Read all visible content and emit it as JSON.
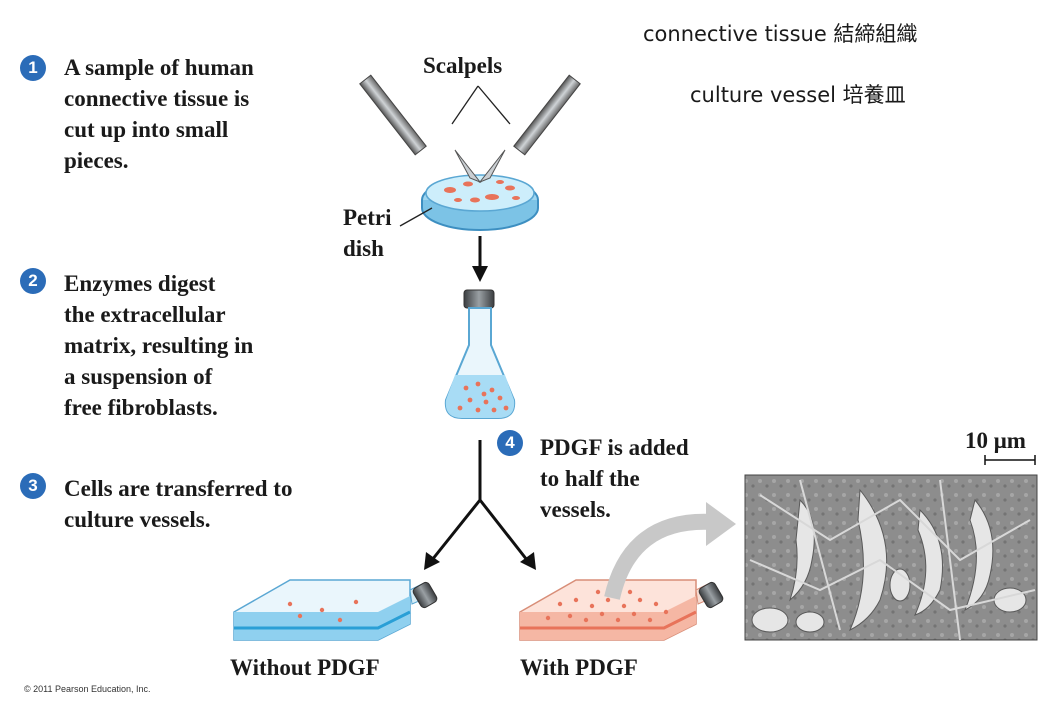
{
  "steps": [
    {
      "number": "1",
      "text": "A sample of human\nconnective tissue is\ncut up into small\npieces."
    },
    {
      "number": "2",
      "text": "Enzymes digest\nthe extracellular\nmatrix, resulting in\na suspension of\nfree fibroblasts."
    },
    {
      "number": "3",
      "text": "Cells are transferred to\nculture vessels."
    },
    {
      "number": "4",
      "text": "PDGF is added\nto half the\nvessels."
    }
  ],
  "labels": {
    "scalpels": "Scalpels",
    "petri_dish": "Petri\ndish",
    "without_pdgf": "Without PDGF",
    "with_pdgf": "With PDGF",
    "scale_bar": "10 μm"
  },
  "glosses": {
    "connective_tissue": "connective tissue 結締組織",
    "culture_vessel": "culture vessel 培養皿"
  },
  "copyright": "© 2011 Pearson Education, Inc.",
  "colors": {
    "step_circle": "#2b6cb8",
    "liquid_blue": "#a8dcf5",
    "cells": "#e8735a",
    "pdgf_liquid": "#f5b7a4"
  }
}
